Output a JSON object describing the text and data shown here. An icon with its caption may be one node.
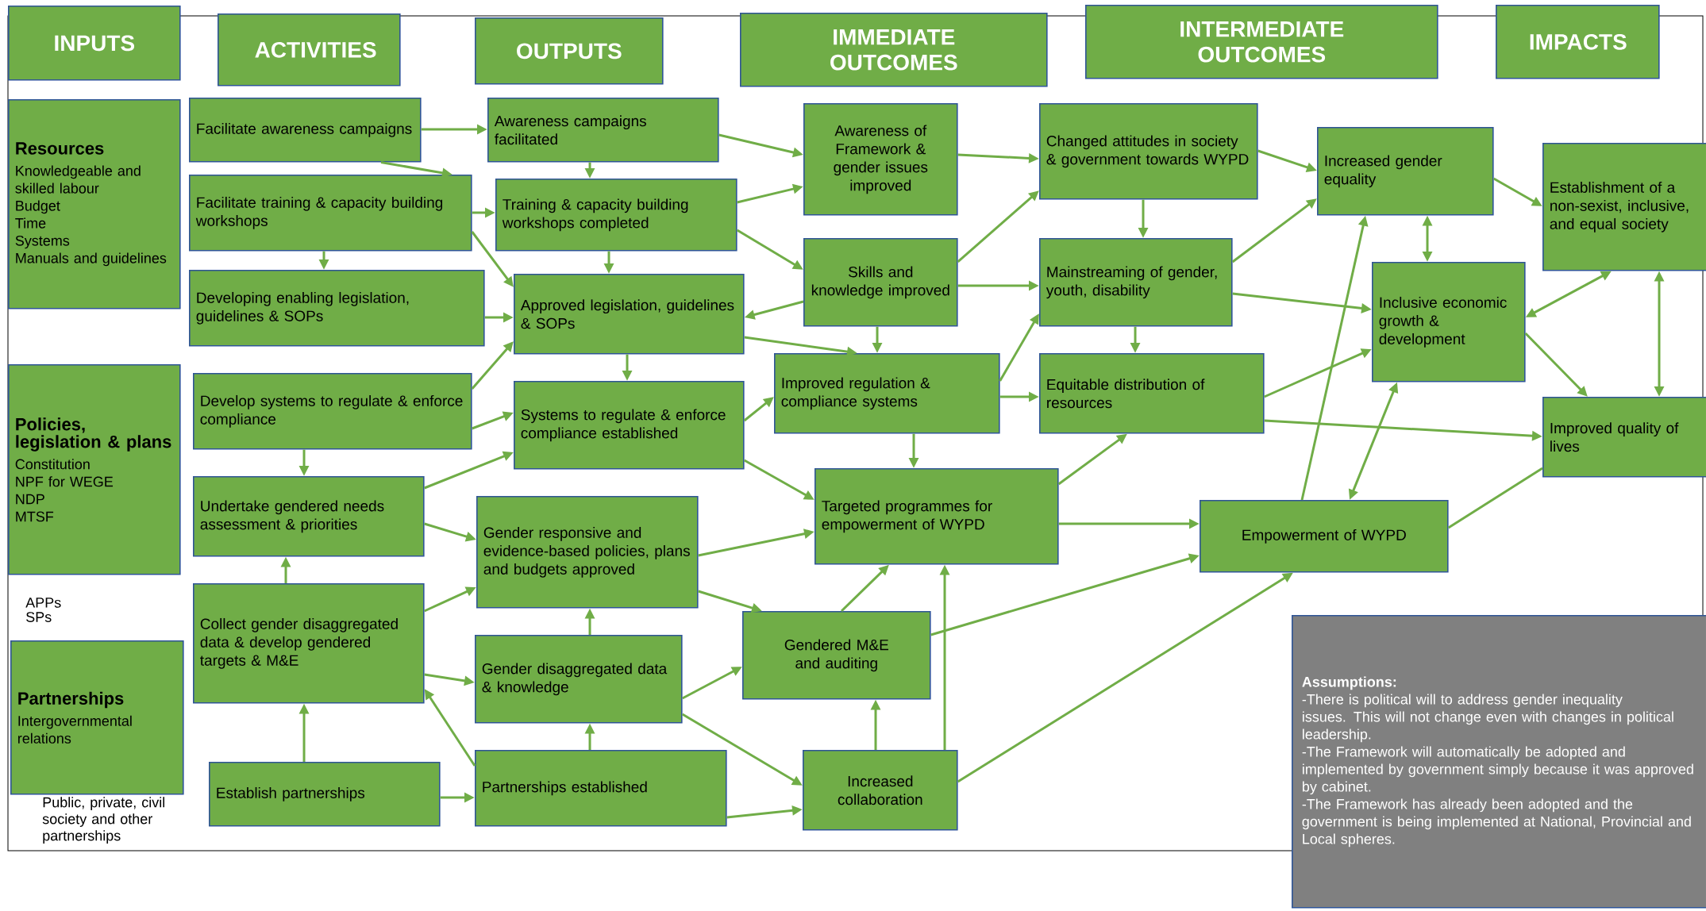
{
  "diagram": {
    "nodes": [
      {
        "text": [
          "INPUTS"
        ]
      },
      {
        "text": [
          "ACTIVITIES"
        ]
      },
      {
        "text": [
          "OUTPUTS"
        ]
      },
      {
        "text": [
          "IMMEDIATE OUTCOMES"
        ]
      },
      {
        "text": [
          "INTERMEDIATE OUTCOMES"
        ]
      },
      {
        "text": [
          "IMPACTS"
        ]
      },
      {
        "text": [
          "Resources",
          "Knowledgeable and skilled labour",
          "Budget",
          "Time",
          "Systems",
          "Manuals and guidelines"
        ]
      },
      {
        "text": [
          "Policies, legislation & plans",
          "Constitution",
          "NPF for WEGE",
          "NDP",
          "MTSF"
        ],
        "beside": [
          "APPs",
          "SPs"
        ]
      },
      {
        "text": [
          "Partnerships",
          "Intergovernmental relations"
        ],
        "beside": [
          "Public, private, civil society and other partnerships"
        ]
      },
      {
        "text": [
          "Facilitate awareness campaigns"
        ]
      },
      {
        "text": [
          "Facilitate training & capacity building workshops"
        ]
      },
      {
        "text": [
          "Developing enabling legislation, guidelines & SOPs"
        ]
      },
      {
        "text": [
          "Develop systems to regulate & enforce compliance"
        ]
      },
      {
        "text": [
          "Undertake gendered needs assessment & priorities"
        ]
      },
      {
        "text": [
          "Collect gender disaggregated data & develop gendered targets & M&E"
        ]
      },
      {
        "text": [
          "Establish partnerships"
        ]
      },
      {
        "text": [
          "Awareness campaigns facilitated"
        ]
      },
      {
        "text": [
          "Training & capacity building workshops completed"
        ]
      },
      {
        "text": [
          "Approved legislation, guidelines & SOPs"
        ]
      },
      {
        "text": [
          "Systems to regulate & enforce compliance established"
        ]
      },
      {
        "text": [
          "Gender responsive and evidence-based policies, plans and budgets approved"
        ]
      },
      {
        "text": [
          "Gender disaggregated data & knowledge"
        ]
      },
      {
        "text": [
          "Partnerships established"
        ]
      },
      {
        "text": [
          "Awareness of Framework & gender issues improved"
        ]
      },
      {
        "text": [
          "Skills and knowledge improved"
        ]
      },
      {
        "text": [
          "Improved regulation & compliance systems"
        ]
      },
      {
        "text": [
          "Targeted programmes for empowerment of WYPD"
        ]
      },
      {
        "text": [
          "Gendered M&E and auditing"
        ]
      },
      {
        "text": [
          "Increased collaboration"
        ]
      },
      {
        "text": [
          "Changed attitudes in society & government towards WYPD"
        ]
      },
      {
        "text": [
          "Mainstreaming of gender, youth, disability"
        ]
      },
      {
        "text": [
          "Equitable distribution of resources"
        ]
      },
      {
        "text": [
          "Empowerment of WYPD"
        ]
      },
      {
        "text": [
          "Increased gender equality"
        ]
      },
      {
        "text": [
          "Inclusive economic growth & development"
        ]
      },
      {
        "text": [
          "Establishment of a non-sexist, inclusive, and equal society"
        ]
      },
      {
        "text": [
          "Improved quality of lives"
        ]
      },
      {
        "text": [
          "Assumptions:",
          "-There is political will to address gender inequality issues. This will not change even with changes in political leadership.",
          "-The Framework will automatically be adopted and implemented by government simply because it was approved by cabinet.",
          "-The Framework has already been adopted and the government is being implemented at National, Provincial and Local spheres."
        ]
      }
    ],
    "edges": [
      {
        "from": 9,
        "to": 16,
        "arrow": "to"
      },
      {
        "from": 9,
        "to": 10,
        "arrow": "to"
      },
      {
        "from": 10,
        "to": 11,
        "arrow": "to"
      },
      {
        "from": 10,
        "to": 17,
        "arrow": "to"
      },
      {
        "from": 10,
        "to": 18,
        "arrow": "to"
      },
      {
        "from": 11,
        "to": 18,
        "arrow": "to"
      },
      {
        "from": 12,
        "to": 18,
        "arrow": "to"
      },
      {
        "from": 12,
        "to": 19,
        "arrow": "to"
      },
      {
        "from": 12,
        "to": 13,
        "arrow": "to"
      },
      {
        "from": 13,
        "to": 19,
        "arrow": "to"
      },
      {
        "from": 13,
        "to": 20,
        "arrow": "to"
      },
      {
        "from": 14,
        "to": 13,
        "arrow": "to"
      },
      {
        "from": 14,
        "to": 20,
        "arrow": "to"
      },
      {
        "from": 14,
        "to": 21,
        "arrow": "to"
      },
      {
        "from": 22,
        "to": 14,
        "arrow": "to"
      },
      {
        "from": 15,
        "to": 14,
        "arrow": "to"
      },
      {
        "from": 15,
        "to": 22,
        "arrow": "to"
      },
      {
        "from": 16,
        "to": 17,
        "arrow": "to"
      },
      {
        "from": 17,
        "to": 18,
        "arrow": "to"
      },
      {
        "from": 18,
        "to": 19,
        "arrow": "to"
      },
      {
        "from": 21,
        "to": 20,
        "arrow": "to"
      },
      {
        "from": 22,
        "to": 21,
        "arrow": "to"
      },
      {
        "from": 16,
        "to": 23,
        "arrow": "to"
      },
      {
        "from": 17,
        "to": 23,
        "arrow": "to"
      },
      {
        "from": 17,
        "to": 24,
        "arrow": "to"
      },
      {
        "from": 24,
        "to": 18,
        "arrow": "to"
      },
      {
        "from": 18,
        "to": 25,
        "arrow": "to"
      },
      {
        "from": 24,
        "to": 25,
        "arrow": "to"
      },
      {
        "from": 19,
        "to": 25,
        "arrow": "to"
      },
      {
        "from": 19,
        "to": 26,
        "arrow": "to"
      },
      {
        "from": 25,
        "to": 26,
        "arrow": "to"
      },
      {
        "from": 20,
        "to": 26,
        "arrow": "to"
      },
      {
        "from": 20,
        "to": 27,
        "arrow": "to"
      },
      {
        "from": 21,
        "to": 27,
        "arrow": "to"
      },
      {
        "from": 21,
        "to": 28,
        "arrow": "to"
      },
      {
        "from": 22,
        "to": 28,
        "arrow": "to"
      },
      {
        "from": 28,
        "to": 27,
        "arrow": "to"
      },
      {
        "from": 28,
        "to": 26,
        "arrow": "to"
      },
      {
        "from": 27,
        "to": 26,
        "arrow": "to"
      },
      {
        "from": 27,
        "to": 32,
        "arrow": "to"
      },
      {
        "from": 28,
        "to": 32,
        "arrow": "to"
      },
      {
        "from": 26,
        "to": 32,
        "arrow": "to"
      },
      {
        "from": 26,
        "to": 31,
        "arrow": "to"
      },
      {
        "from": 23,
        "to": 29,
        "arrow": "to"
      },
      {
        "from": 24,
        "to": 29,
        "arrow": "to"
      },
      {
        "from": 24,
        "to": 30,
        "arrow": "to"
      },
      {
        "from": 29,
        "to": 30,
        "arrow": "to"
      },
      {
        "from": 30,
        "to": 31,
        "arrow": "to"
      },
      {
        "from": 25,
        "to": 30,
        "arrow": "to"
      },
      {
        "from": 25,
        "to": 31,
        "arrow": "to"
      },
      {
        "from": 29,
        "to": 33,
        "arrow": "to"
      },
      {
        "from": 30,
        "to": 33,
        "arrow": "to"
      },
      {
        "from": 30,
        "to": 34,
        "arrow": "to"
      },
      {
        "from": 31,
        "to": 34,
        "arrow": "to"
      },
      {
        "from": 31,
        "to": 36,
        "arrow": "to"
      },
      {
        "from": 32,
        "to": 33,
        "arrow": "to"
      },
      {
        "from": 34,
        "to": 32,
        "arrow": "both"
      },
      {
        "from": 32,
        "to": 36,
        "arrow": "none"
      },
      {
        "from": 33,
        "to": 34,
        "arrow": "both"
      },
      {
        "from": 33,
        "to": 35,
        "arrow": "to"
      },
      {
        "from": 34,
        "to": 35,
        "arrow": "both"
      },
      {
        "from": 34,
        "to": 36,
        "arrow": "to"
      },
      {
        "from": 35,
        "to": 36,
        "arrow": "both"
      }
    ]
  }
}
